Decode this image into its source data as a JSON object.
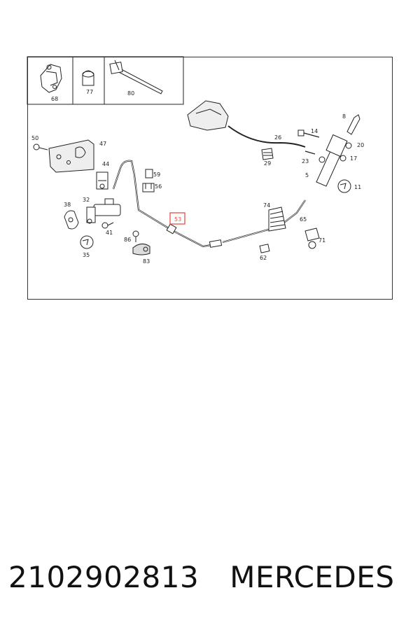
{
  "diagram": {
    "labels": {
      "l68": "68",
      "l77": "77",
      "l80": "80",
      "l50": "50",
      "l47": "47",
      "l44": "44",
      "l59": "59",
      "l56": "56",
      "l38": "38",
      "l32": "32",
      "l41": "41",
      "l35": "35",
      "l86": "86",
      "l83": "83",
      "l53": "53",
      "l26": "26",
      "l29": "29",
      "l14": "14",
      "l8": "8",
      "l20": "20",
      "l23": "23",
      "l17": "17",
      "l5": "5",
      "l11": "11",
      "l74": "74",
      "l65": "65",
      "l71": "71",
      "l62": "62"
    },
    "highlight_color": "#e2504c"
  },
  "caption": {
    "part_number": "2102902813",
    "brand": "MERCEDES"
  }
}
